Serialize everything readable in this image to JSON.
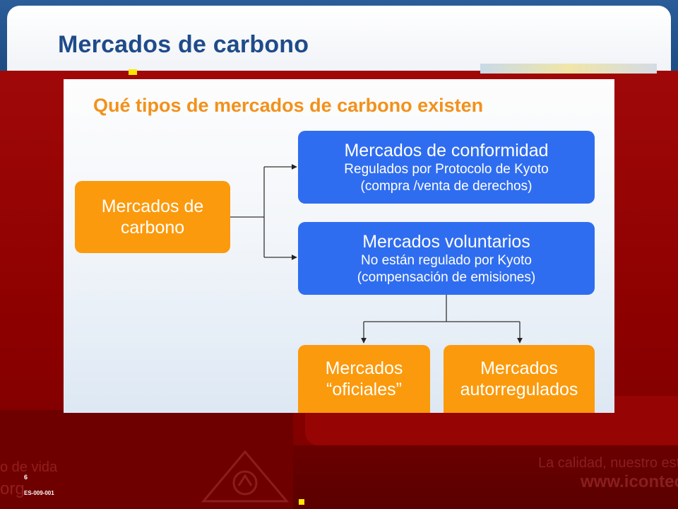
{
  "slide": {
    "title": "Mercados de carbono",
    "page_number": "6",
    "doc_code": "ES-009-001",
    "footer_ghost_left_1": "o de vida",
    "footer_ghost_left_2": "org",
    "footer_ghost_right_1": "La calidad, nuestro esti",
    "footer_ghost_right_2": "www.icontec.o"
  },
  "diagram": {
    "heading": "Qué tipos de mercados de carbono existen",
    "root": {
      "line1": "Mercados de",
      "line2": "carbono"
    },
    "conformidad": {
      "title": "Mercados de conformidad",
      "line2": "Regulados por Protocolo de Kyoto",
      "line3": "(compra /venta de derechos)"
    },
    "voluntarios": {
      "title": "Mercados voluntarios",
      "line2": "No están regulado por Kyoto",
      "line3": "(compensación de emisiones)"
    },
    "oficiales": {
      "line1": "Mercados",
      "line2": "“oficiales”"
    },
    "autorregulados": {
      "line1": "Mercados",
      "line2": "autorregulados"
    }
  },
  "colors": {
    "orange": "#fb9a0c",
    "blue": "#2f6df0",
    "title_blue": "#1f4b8a",
    "background_red": "#8c0000"
  }
}
